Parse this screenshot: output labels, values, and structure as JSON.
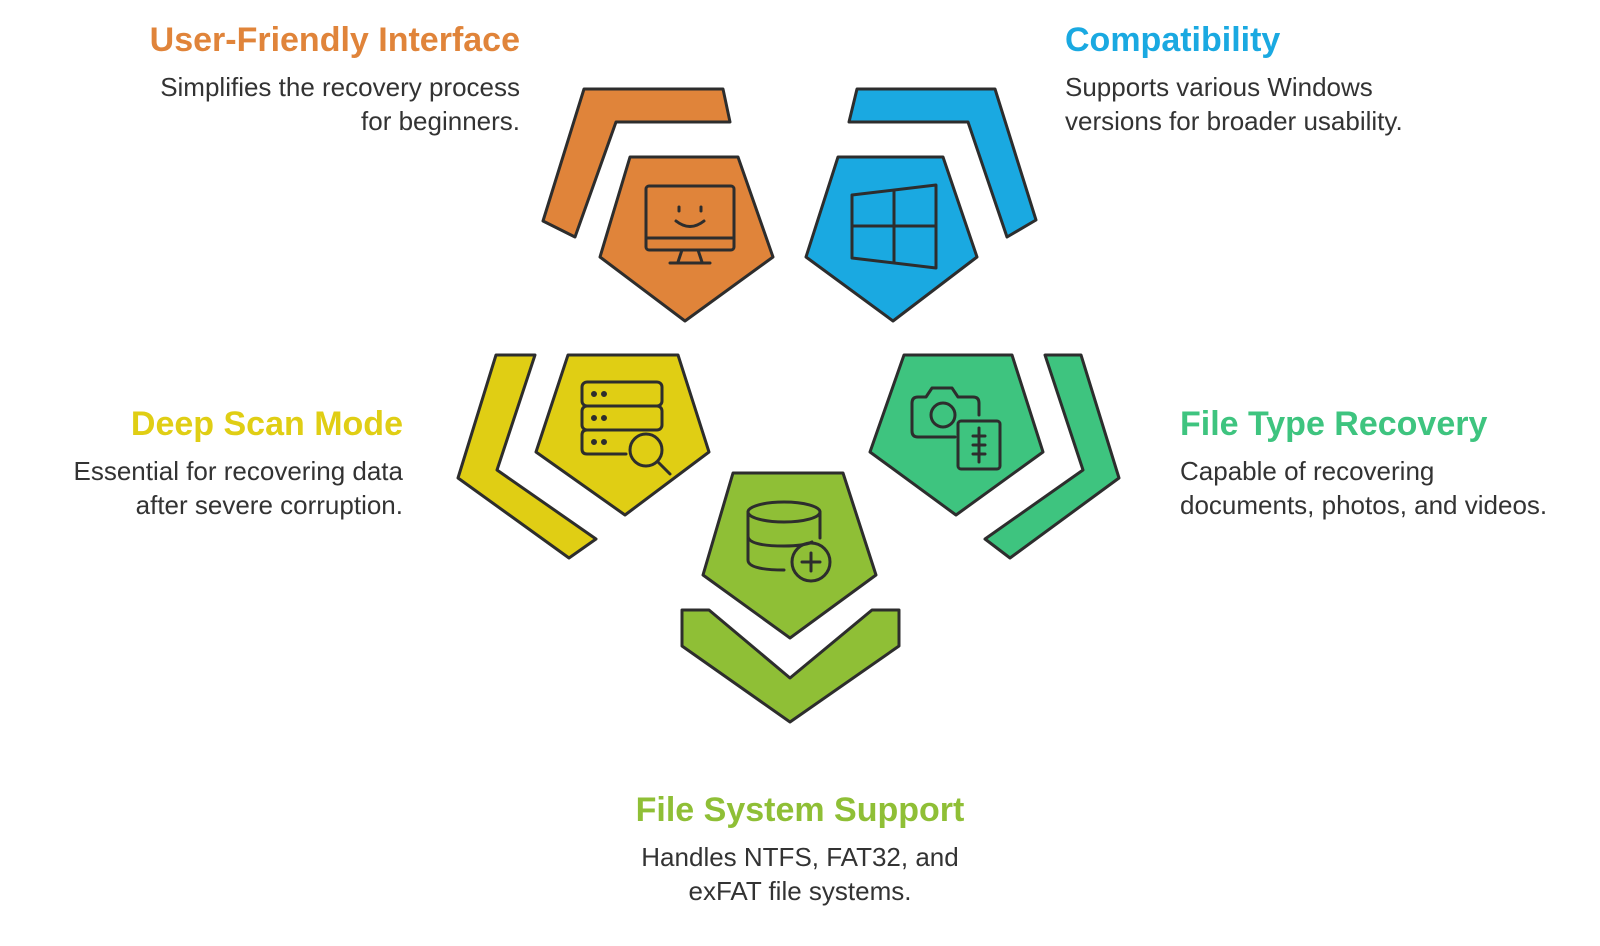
{
  "colors": {
    "orange": "#E0843A",
    "blue": "#1AA9E1",
    "yellow": "#E0CE14",
    "green": "#3EC47F",
    "lime": "#8FBF36",
    "stroke": "#2D2D2D"
  },
  "sections": {
    "user_friendly": {
      "title": "User-Friendly Interface",
      "desc_line1": "Simplifies the recovery process",
      "desc_line2": "for beginners.",
      "icon": "monitor-smile-icon"
    },
    "compatibility": {
      "title": "Compatibility",
      "desc_line1": "Supports various Windows",
      "desc_line2": "versions for broader usability.",
      "icon": "windows-logo-icon"
    },
    "deep_scan": {
      "title": "Deep Scan Mode",
      "desc_line1": "Essential for recovering data",
      "desc_line2": "after severe corruption.",
      "icon": "server-search-icon"
    },
    "file_type": {
      "title": "File Type Recovery",
      "desc_line1": "Capable of recovering",
      "desc_line2": "documents, photos, and videos.",
      "icon": "camera-document-icon"
    },
    "file_system": {
      "title": "File System Support",
      "desc_line1": "Handles NTFS, FAT32, and",
      "desc_line2": "exFAT file systems.",
      "icon": "database-plus-icon"
    }
  }
}
